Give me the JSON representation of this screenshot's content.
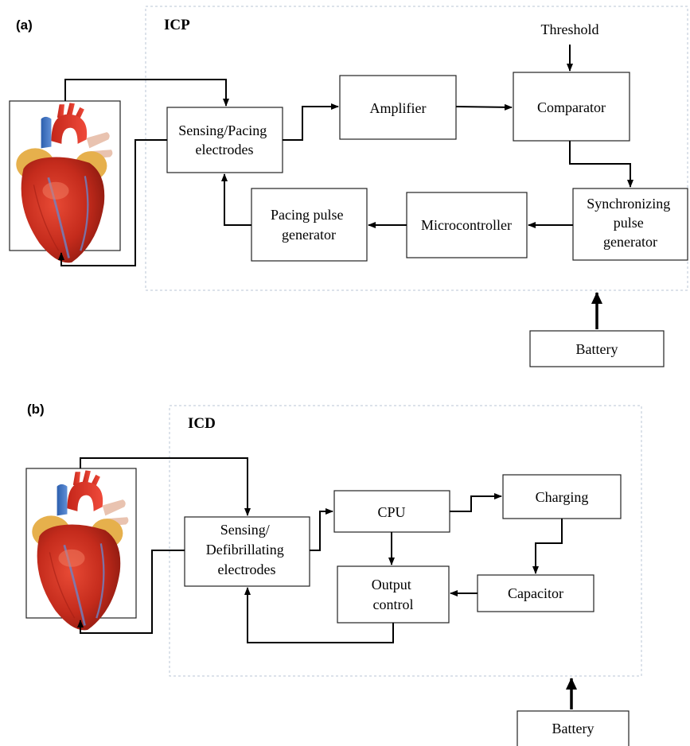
{
  "panel_a": {
    "tag": "(a)",
    "title": "ICP",
    "threshold_label": "Threshold",
    "boxes": {
      "sensing": [
        "Sensing/Pacing",
        "electrodes"
      ],
      "amplifier": [
        "Amplifier"
      ],
      "comparator": [
        "Comparator"
      ],
      "sync": [
        "Synchronizing",
        "pulse",
        "generator"
      ],
      "micro": [
        "Microcontroller"
      ],
      "pacing": [
        "Pacing pulse",
        "generator"
      ],
      "battery": [
        "Battery"
      ]
    }
  },
  "panel_b": {
    "tag": "(b)",
    "title": "ICD",
    "boxes": {
      "sensing": [
        "Sensing/",
        "Defibrillating",
        "electrodes"
      ],
      "cpu": [
        "CPU"
      ],
      "charging": [
        "Charging"
      ],
      "capacitor": [
        "Capacitor"
      ],
      "output": [
        "Output",
        "control"
      ],
      "battery": [
        "Battery"
      ]
    }
  }
}
